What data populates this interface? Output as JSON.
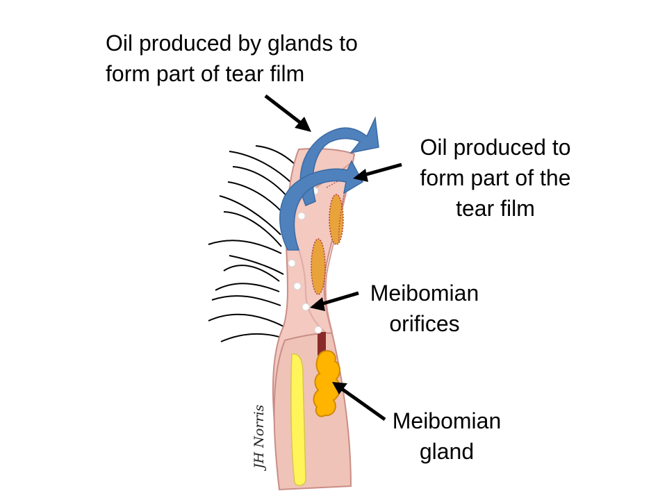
{
  "labels": {
    "oil_glands": "Oil produced by glands to\nform part of tear film",
    "oil_tear_film": "Oil produced to\nform part of the\ntear film",
    "orifices": "Meibomian\norifices",
    "gland": "Meibomian\ngland"
  },
  "signature": "JH Norris",
  "colors": {
    "tissue": "#f3c9c0",
    "tissue_outline": "#c98d86",
    "gland": "#ffb400",
    "gland_outline": "#d08a00",
    "orifice_fill": "#e8a33a",
    "duct": "#8b2a2a",
    "cartilage": "#fff55a",
    "oil_arrow": "#4f81bd",
    "lash": "#000000"
  }
}
